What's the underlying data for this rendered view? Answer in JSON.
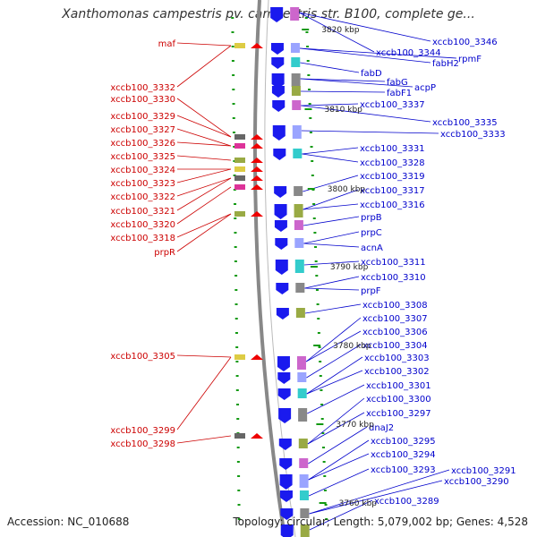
{
  "title": "Xanthomonas campestris pv. campestris str. B100, complete ge...",
  "footer": {
    "accession": "Accession: NC_010688",
    "summary": "Topology: circular; Length: 5,079,002 bp; Genes: 4,528"
  },
  "colors": {
    "left_label": "#cc0000",
    "right_label": "#0000cc",
    "forward_gene": "#ee0000",
    "reverse_gene": "#1a1aee",
    "backbone": "#888888",
    "tick": "#119911"
  },
  "scale": [
    "3820 kbp",
    "3810 kbp",
    "3800 kbp",
    "3790 kbp",
    "3780 kbp",
    "3770 kbp",
    "3760 kbp"
  ],
  "left_genes": [
    "maf",
    "xccb100_3332",
    "xccb100_3330",
    "xccb100_3329",
    "xccb100_3327",
    "xccb100_3326",
    "xccb100_3325",
    "xccb100_3324",
    "xccb100_3323",
    "xccb100_3322",
    "xccb100_3321",
    "xccb100_3320",
    "xccb100_3318",
    "prpR",
    "xccb100_3305",
    "xccb100_3299",
    "xccb100_3298"
  ],
  "right_genes": [
    "xccb100_3346",
    "xccb100_3344",
    "rpmF",
    "fabH2",
    "fabD",
    "fabG",
    "acpP",
    "fabF1",
    "xccb100_3337",
    "xccb100_3335",
    "xccb100_3333",
    "xccb100_3331",
    "xccb100_3328",
    "xccb100_3319",
    "xccb100_3317",
    "xccb100_3316",
    "prpB",
    "prpC",
    "acnA",
    "xccb100_3311",
    "xccb100_3310",
    "prpF",
    "xccb100_3308",
    "xccb100_3307",
    "xccb100_3306",
    "xccb100_3304",
    "xccb100_3303",
    "xccb100_3302",
    "xccb100_3301",
    "xccb100_3300",
    "xccb100_3297",
    "dnaJ2",
    "xccb100_3295",
    "xccb100_3294",
    "xccb100_3293",
    "xccb100_3291",
    "xccb100_3290",
    "xccb100_3289"
  ]
}
